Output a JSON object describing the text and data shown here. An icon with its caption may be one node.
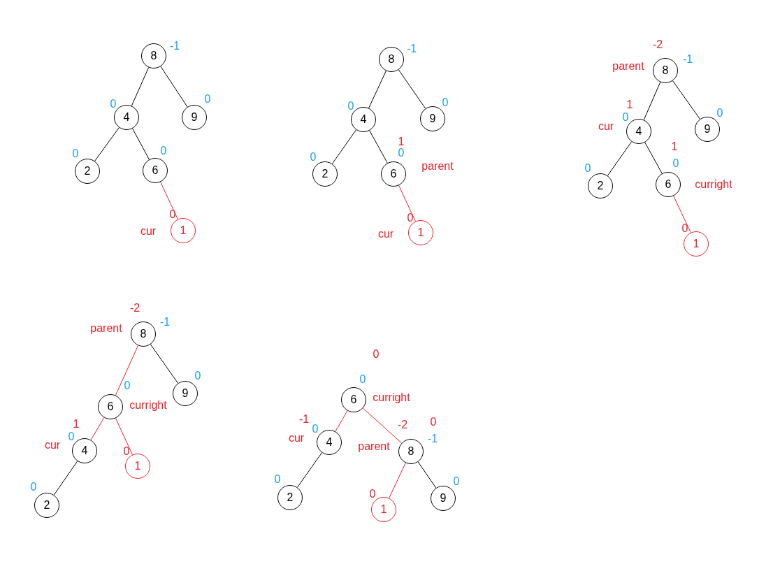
{
  "diagram": {
    "nodes": [
      {
        "text": [
          "8"
        ],
        "beside": [
          "-1"
        ]
      },
      {
        "text": [
          "4"
        ],
        "beside": [
          "0"
        ]
      },
      {
        "text": [
          "9"
        ],
        "beside": [
          "0"
        ]
      },
      {
        "text": [
          "2"
        ],
        "beside": [
          "0"
        ]
      },
      {
        "text": [
          "6"
        ],
        "beside": [
          "0"
        ]
      },
      {
        "text": [
          "1"
        ],
        "beside": [
          "0",
          "cur"
        ]
      },
      {
        "text": [
          "8"
        ],
        "beside": [
          "-1"
        ]
      },
      {
        "text": [
          "4"
        ],
        "beside": [
          "0"
        ]
      },
      {
        "text": [
          "9"
        ],
        "beside": [
          "0"
        ]
      },
      {
        "text": [
          "2"
        ],
        "beside": [
          "0"
        ]
      },
      {
        "text": [
          "6"
        ],
        "beside": [
          "1",
          "0",
          "parent"
        ]
      },
      {
        "text": [
          "1"
        ],
        "beside": [
          "0",
          "cur"
        ]
      },
      {
        "text": [
          "8"
        ],
        "beside": [
          "-2",
          "-1",
          "parent"
        ]
      },
      {
        "text": [
          "4"
        ],
        "beside": [
          "1",
          "0",
          "cur"
        ]
      },
      {
        "text": [
          "9"
        ],
        "beside": [
          "0"
        ]
      },
      {
        "text": [
          "2"
        ],
        "beside": [
          "0"
        ]
      },
      {
        "text": [
          "6"
        ],
        "beside": [
          "1",
          "0",
          "curright"
        ]
      },
      {
        "text": [
          "1"
        ],
        "beside": [
          "0"
        ]
      },
      {
        "text": [
          "8"
        ],
        "beside": [
          "-2",
          "-1",
          "parent"
        ]
      },
      {
        "text": [
          "9"
        ],
        "beside": [
          "0"
        ]
      },
      {
        "text": [
          "6"
        ],
        "beside": [
          "0",
          "curright"
        ]
      },
      {
        "text": [
          "4"
        ],
        "beside": [
          "1",
          "0",
          "cur"
        ]
      },
      {
        "text": [
          "1"
        ],
        "beside": [
          "0"
        ]
      },
      {
        "text": [
          "2"
        ],
        "beside": [
          "0"
        ]
      },
      {
        "text": [
          "6"
        ],
        "beside": [
          "0",
          "0",
          "curright"
        ]
      },
      {
        "text": [
          "4"
        ],
        "beside": [
          "-1",
          "0",
          "cur"
        ]
      },
      {
        "text": [
          "8"
        ],
        "beside": [
          "-2",
          "0",
          "-1",
          "parent"
        ]
      },
      {
        "text": [
          "2"
        ],
        "beside": [
          "0"
        ]
      },
      {
        "text": [
          "1"
        ],
        "beside": [
          "0"
        ]
      },
      {
        "text": [
          "9"
        ],
        "beside": [
          "0"
        ]
      }
    ],
    "edges": [
      {
        "from": 0,
        "to": 1,
        "arrow": "none"
      },
      {
        "from": 0,
        "to": 2,
        "arrow": "none"
      },
      {
        "from": 1,
        "to": 3,
        "arrow": "none"
      },
      {
        "from": 1,
        "to": 4,
        "arrow": "none"
      },
      {
        "from": 4,
        "to": 5,
        "arrow": "none",
        "color": "#e8202a"
      },
      {
        "from": 6,
        "to": 7,
        "arrow": "none"
      },
      {
        "from": 6,
        "to": 8,
        "arrow": "none"
      },
      {
        "from": 7,
        "to": 9,
        "arrow": "none"
      },
      {
        "from": 7,
        "to": 10,
        "arrow": "none"
      },
      {
        "from": 10,
        "to": 11,
        "arrow": "none",
        "color": "#e8202a"
      },
      {
        "from": 12,
        "to": 13,
        "arrow": "none"
      },
      {
        "from": 12,
        "to": 14,
        "arrow": "none"
      },
      {
        "from": 13,
        "to": 15,
        "arrow": "none"
      },
      {
        "from": 13,
        "to": 16,
        "arrow": "none"
      },
      {
        "from": 16,
        "to": 17,
        "arrow": "none",
        "color": "#e8202a"
      },
      {
        "from": 18,
        "to": 20,
        "arrow": "none",
        "color": "#e8202a"
      },
      {
        "from": 18,
        "to": 19,
        "arrow": "none"
      },
      {
        "from": 20,
        "to": 21,
        "arrow": "none",
        "color": "#e8202a"
      },
      {
        "from": 20,
        "to": 22,
        "arrow": "none",
        "color": "#e8202a"
      },
      {
        "from": 21,
        "to": 23,
        "arrow": "none"
      },
      {
        "from": 24,
        "to": 25,
        "arrow": "none",
        "color": "#e8202a"
      },
      {
        "from": 24,
        "to": 26,
        "arrow": "none",
        "color": "#e8202a"
      },
      {
        "from": 25,
        "to": 27,
        "arrow": "none"
      },
      {
        "from": 26,
        "to": 28,
        "arrow": "none",
        "color": "#e8202a"
      },
      {
        "from": 26,
        "to": 29,
        "arrow": "none"
      }
    ]
  }
}
